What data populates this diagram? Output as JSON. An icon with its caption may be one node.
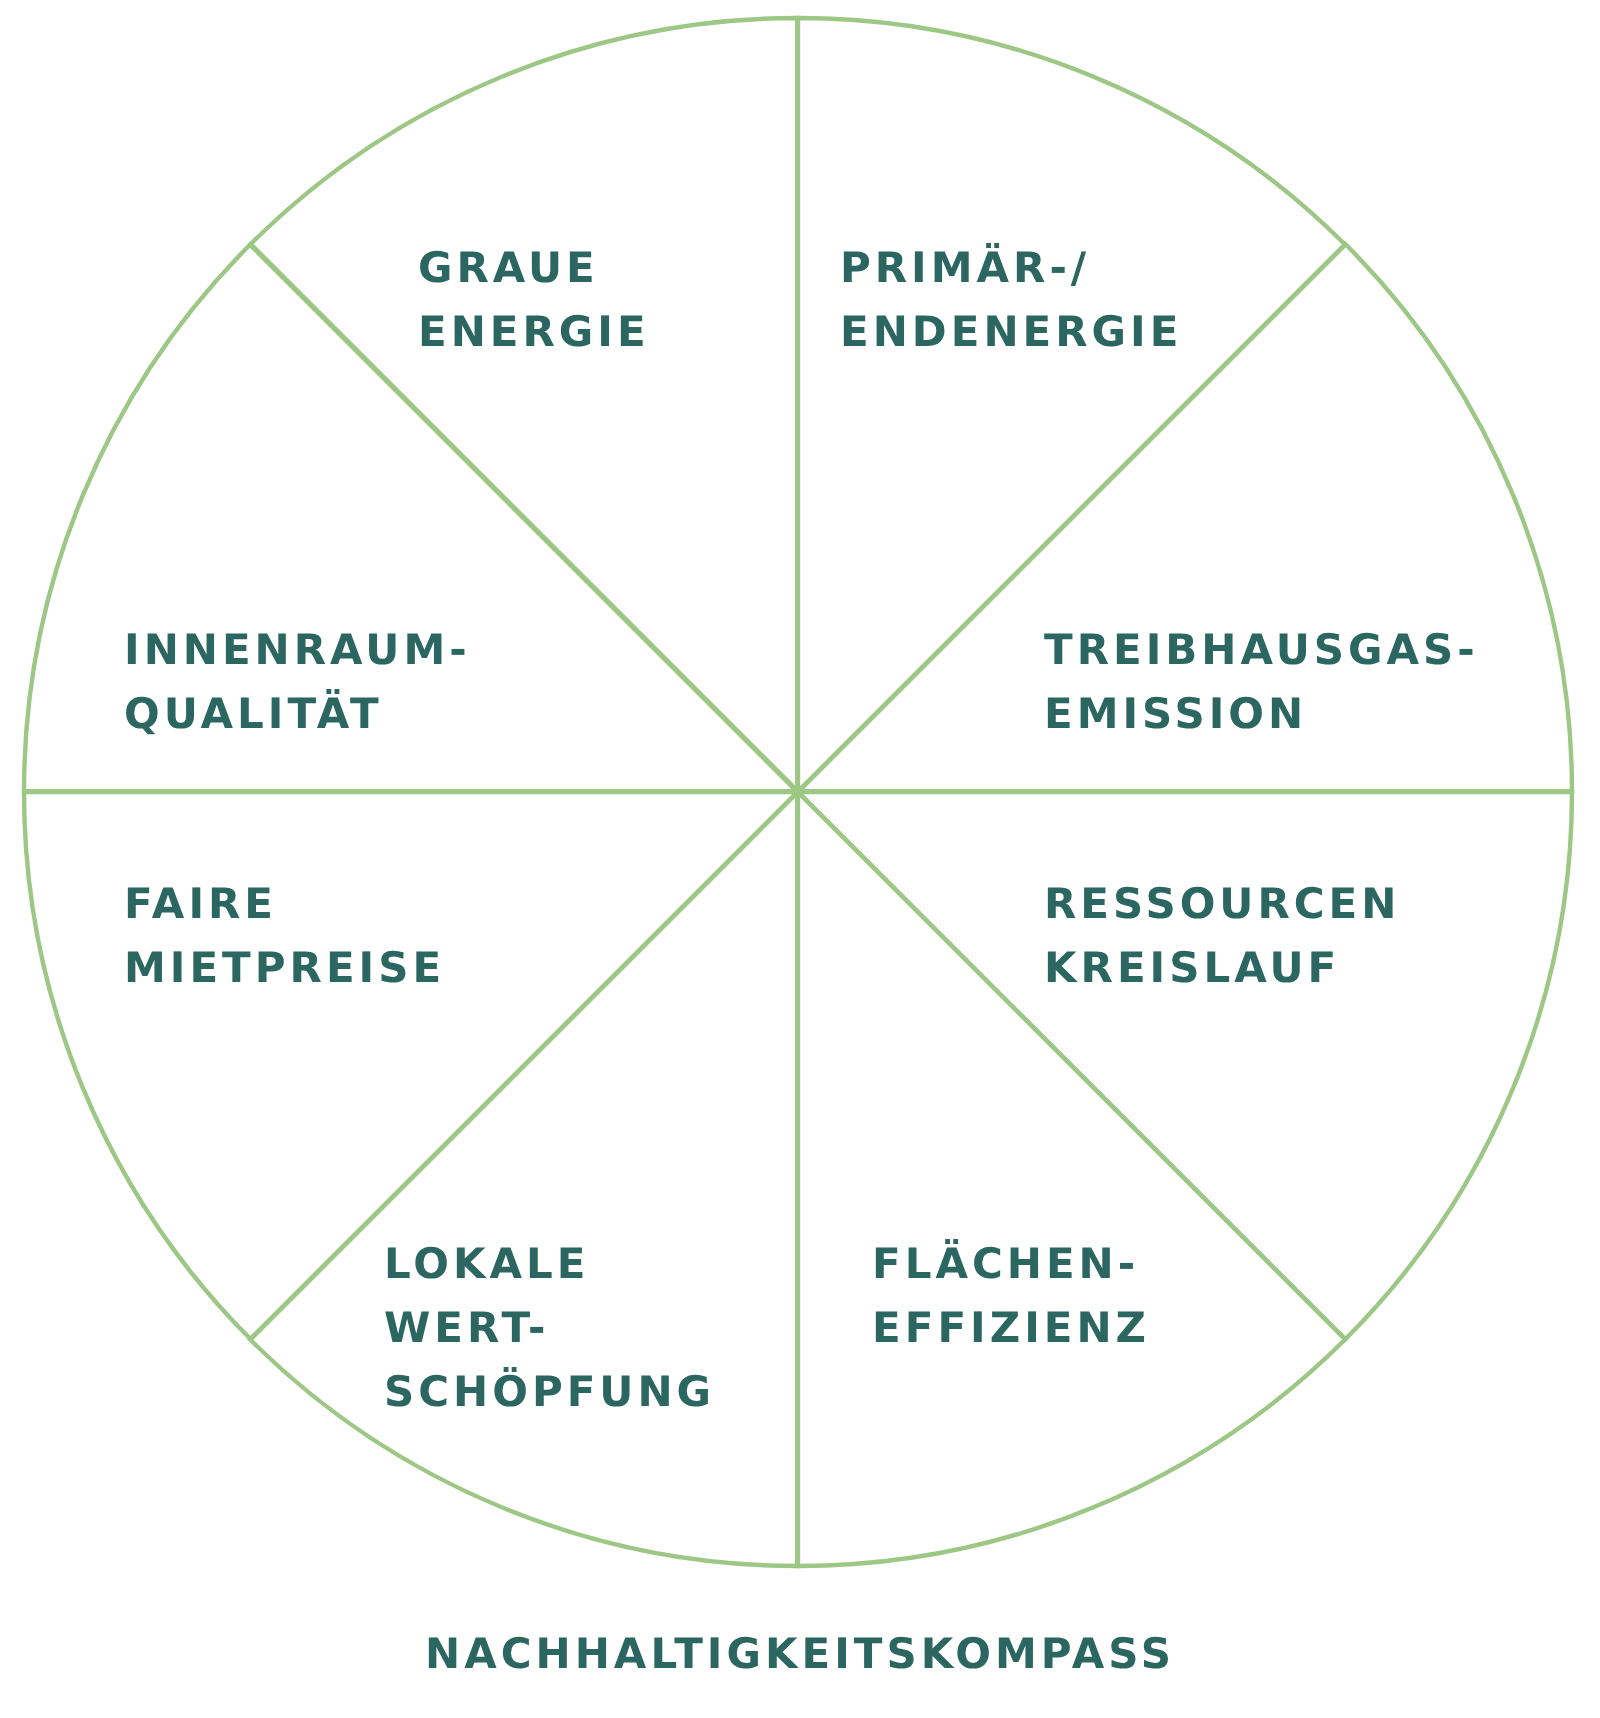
{
  "diagram": {
    "caption": "NACHHALTIGKEITSKOMPASS",
    "nodes": [
      {
        "text": [
          "GRAUE ENERGIE"
        ]
      },
      {
        "text": [
          "PRIMÄR-/ ENDENERGIE"
        ]
      },
      {
        "text": [
          "INNENRAUM- QUALITÄT"
        ]
      },
      {
        "text": [
          "TREIBHAUSGAS- EMISSION"
        ]
      },
      {
        "text": [
          "FAIRE MIETPREISE"
        ]
      },
      {
        "text": [
          "RESSOURCEN KREISLAUF"
        ]
      },
      {
        "text": [
          "LOKALE WERT- SCHÖPFUNG"
        ]
      },
      {
        "text": [
          "FLÄCHEN- EFFIZIENZ"
        ]
      }
    ]
  }
}
